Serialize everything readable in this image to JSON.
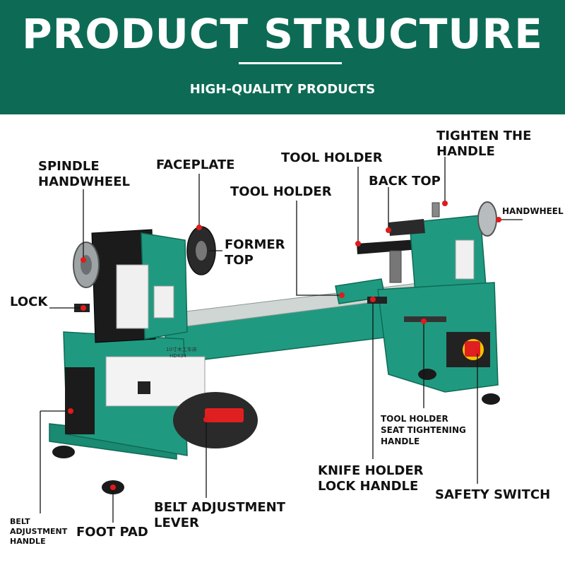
{
  "header": {
    "title": "PRODUCT STRUCTURE",
    "subtitle": "HIGH-QUALITY PRODUCTS"
  },
  "machine_plate": {
    "line1": "10寸木工车床",
    "line2": "HD434"
  },
  "labels": {
    "spindle_handwheel": {
      "line1": "SPINDLE",
      "line2": "HANDWHEEL"
    },
    "faceplate": "FACEPLATE",
    "former_top": {
      "line1": "FORMER",
      "line2": "TOP"
    },
    "lock": "LOCK",
    "tool_holder_upper": "TOOL HOLDER",
    "tool_holder_lower": "TOOL HOLDER",
    "back_top": "BACK TOP",
    "tighten_handle": {
      "line1": "TIGHTEN THE",
      "line2": "HANDLE"
    },
    "handwheel": "HANDWHEEL",
    "tool_holder_seat": {
      "line1": "TOOL HOLDER",
      "line2": "SEAT TIGHTENING",
      "line3": "HANDLE"
    },
    "knife_holder_lock": {
      "line1": "KNIFE HOLDER",
      "line2": "LOCK HANDLE"
    },
    "safety_switch": "SAFETY SWITCH",
    "belt_adjustment_lever": {
      "line1": "BELT ADJUSTMENT",
      "line2": "LEVER"
    },
    "belt_adjustment_handle": {
      "line1": "BELT",
      "line2": "ADJUSTMENT",
      "line3": "HANDLE"
    },
    "foot_pad": "FOOT PAD"
  },
  "colors": {
    "banner": "#0d6b55",
    "machine_green": "#1f9a80",
    "machine_dark_green": "#137a63",
    "headstock_black": "#1b1b1b",
    "callout_dot": "#e01b1b",
    "switch_red": "#e02020",
    "switch_yellow": "#f2c200"
  }
}
